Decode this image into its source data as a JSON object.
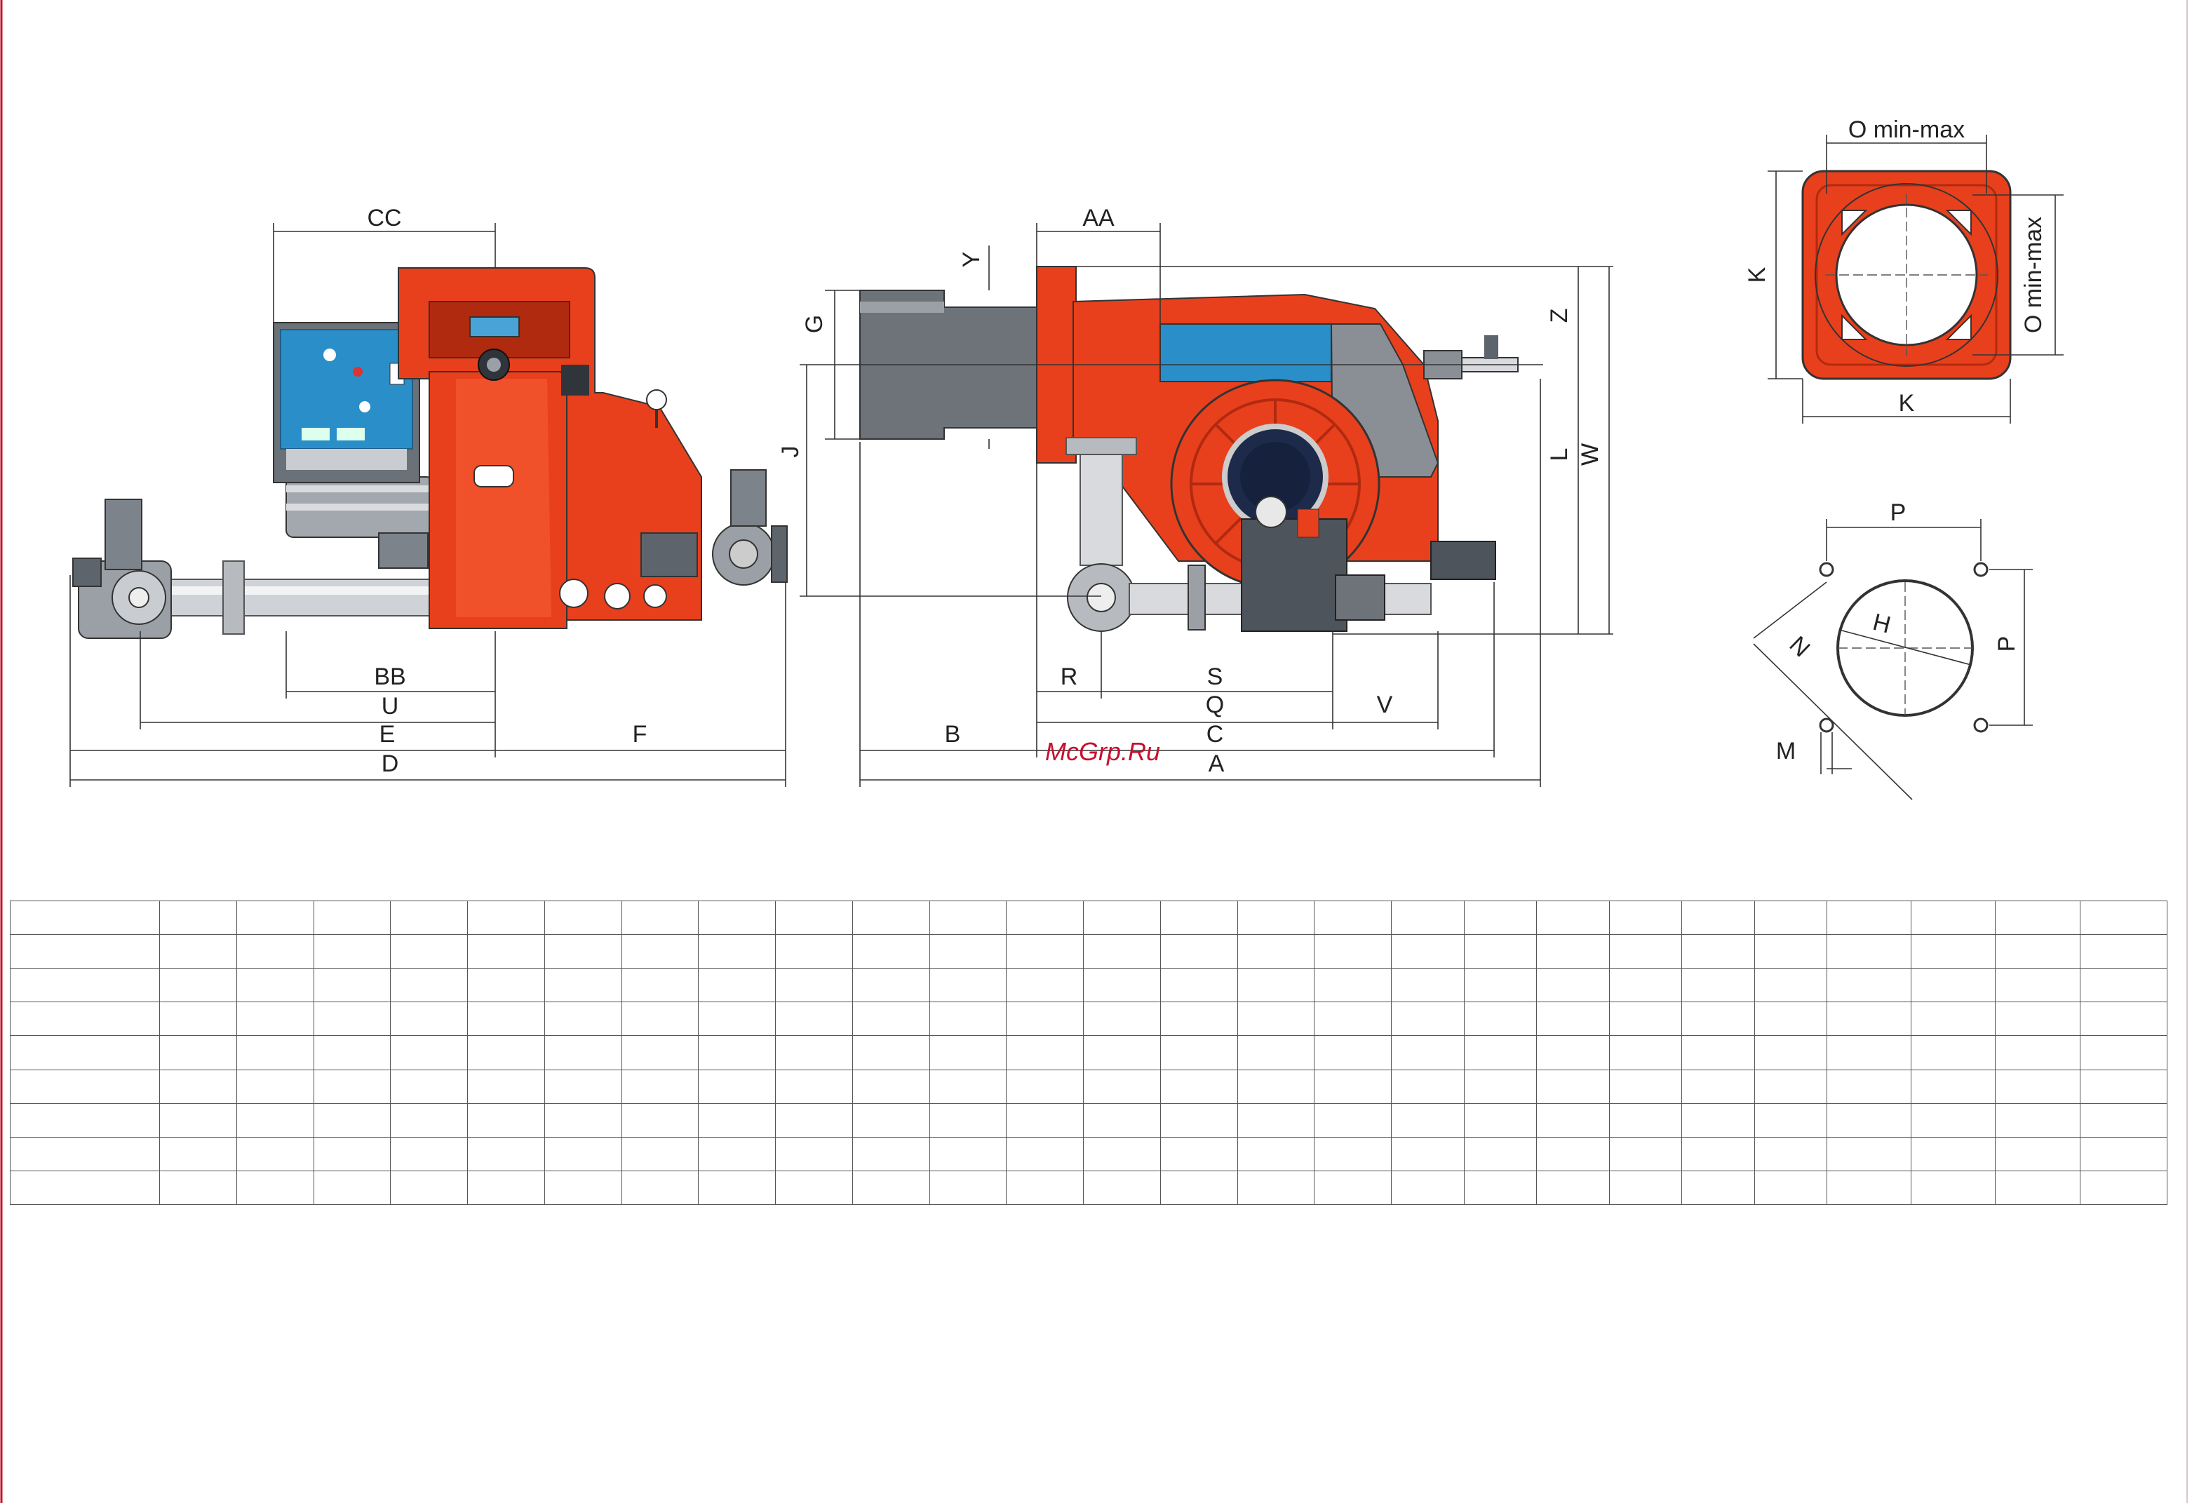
{
  "colors": {
    "frame": "#c8102e",
    "burner_body": "#e8401c",
    "burner_dark": "#b02a10",
    "panel_blue": "#2a8fc9",
    "metal_gray": "#8a8f96",
    "metal_light": "#d8dade",
    "line": "#333333"
  },
  "watermark": "McGrp.Ru",
  "dimension_labels": {
    "cc": "CC",
    "bb": "BB",
    "u": "U",
    "e": "E",
    "f": "F",
    "d": "D",
    "aa": "AA",
    "y": "Y",
    "g": "G",
    "j": "J",
    "z": "Z",
    "l": "L",
    "w": "W",
    "r": "R",
    "s": "S",
    "q": "Q",
    "c": "C",
    "v": "V",
    "b": "B",
    "a": "A",
    "o_top": "O min-max",
    "o_side": "O min-max",
    "k_left": "K",
    "k_bottom": "K",
    "p_top": "P",
    "p_side": "P",
    "h": "H",
    "n": "N",
    "m": "M"
  },
  "table": {
    "rows": 9,
    "cols": 27
  }
}
